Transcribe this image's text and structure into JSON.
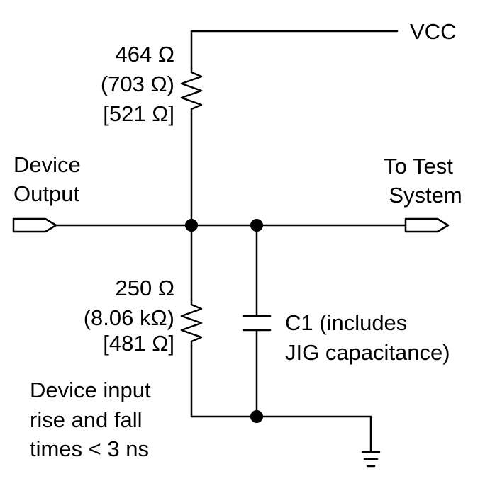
{
  "vcc_label": "VCC",
  "upper_resistor": {
    "value": "464 Ω",
    "alt_value": "(703 Ω)",
    "alt_value_2": "[521 Ω]"
  },
  "lower_resistor": {
    "value": "250 Ω",
    "alt_value": "(8.06 kΩ)",
    "alt_value_2": "[481 Ω]"
  },
  "input_port": {
    "line1": "Device",
    "line2": "Output"
  },
  "output_port": {
    "line1": "To Test",
    "line2": "System"
  },
  "capacitor": {
    "line1": "C1 (includes",
    "line2": "JIG capacitance)"
  },
  "note": {
    "line1": "Device input",
    "line2": "rise and fall",
    "line3": "times < 3 ns"
  },
  "colors": {
    "ink": "#000000",
    "background": "#ffffff"
  }
}
